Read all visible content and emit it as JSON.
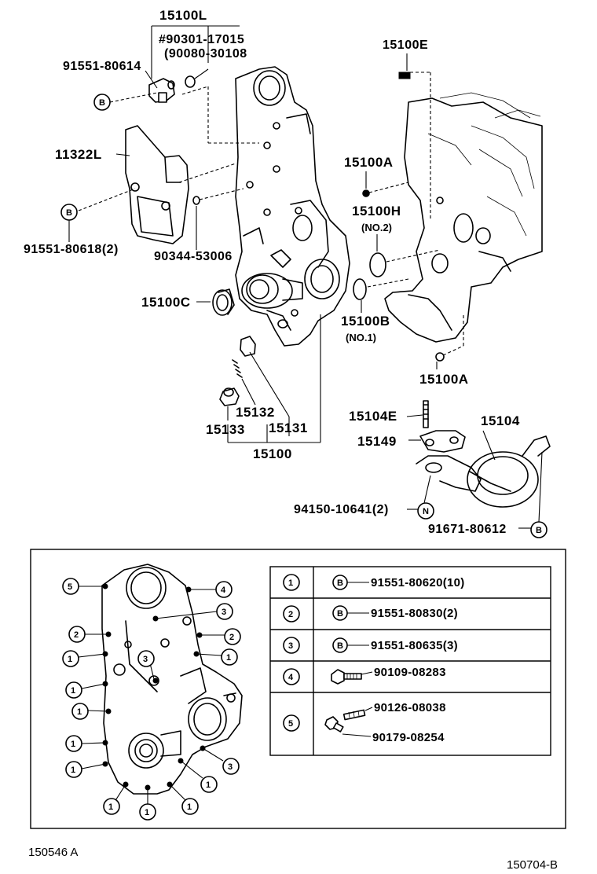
{
  "labels": {
    "p15100L": "15100L",
    "p90301": "#90301-17015",
    "p90080": "(90080-30108",
    "p91551_80614": "91551-80614",
    "p15100E": "15100E",
    "p11322L": "11322L",
    "p15100A_top": "15100A",
    "p15100H": "15100H",
    "no2": "(NO.2)",
    "p91551_80618": "91551-80618(2)",
    "p90344": "90344-53006",
    "p15100C": "15100C",
    "p15100B": "15100B",
    "no1": "(NO.1)",
    "p15100A_bot": "15100A",
    "p15132": "15132",
    "p15133": "15133",
    "p15131": "15131",
    "p15100": "15100",
    "p15104E": "15104E",
    "p15104": "15104",
    "p15149": "15149",
    "p94150": "94150-10641(2)",
    "p91671": "91671-80612"
  },
  "markers": {
    "B": "B",
    "N": "N"
  },
  "callouts": [
    "1",
    "2",
    "3",
    "4",
    "5"
  ],
  "table": {
    "rows": [
      {
        "key": "1",
        "marker": "B",
        "part": "91551-80620(10)"
      },
      {
        "key": "2",
        "marker": "B",
        "part": "91551-80830(2)"
      },
      {
        "key": "3",
        "marker": "B",
        "part": "91551-80635(3)"
      },
      {
        "key": "4",
        "marker": "",
        "part": "90109-08283"
      },
      {
        "key": "5",
        "marker": "",
        "part": "90126-08038",
        "part2": "90179-08254"
      }
    ]
  },
  "footer": {
    "left": "150546 A",
    "right": "150704-B"
  }
}
